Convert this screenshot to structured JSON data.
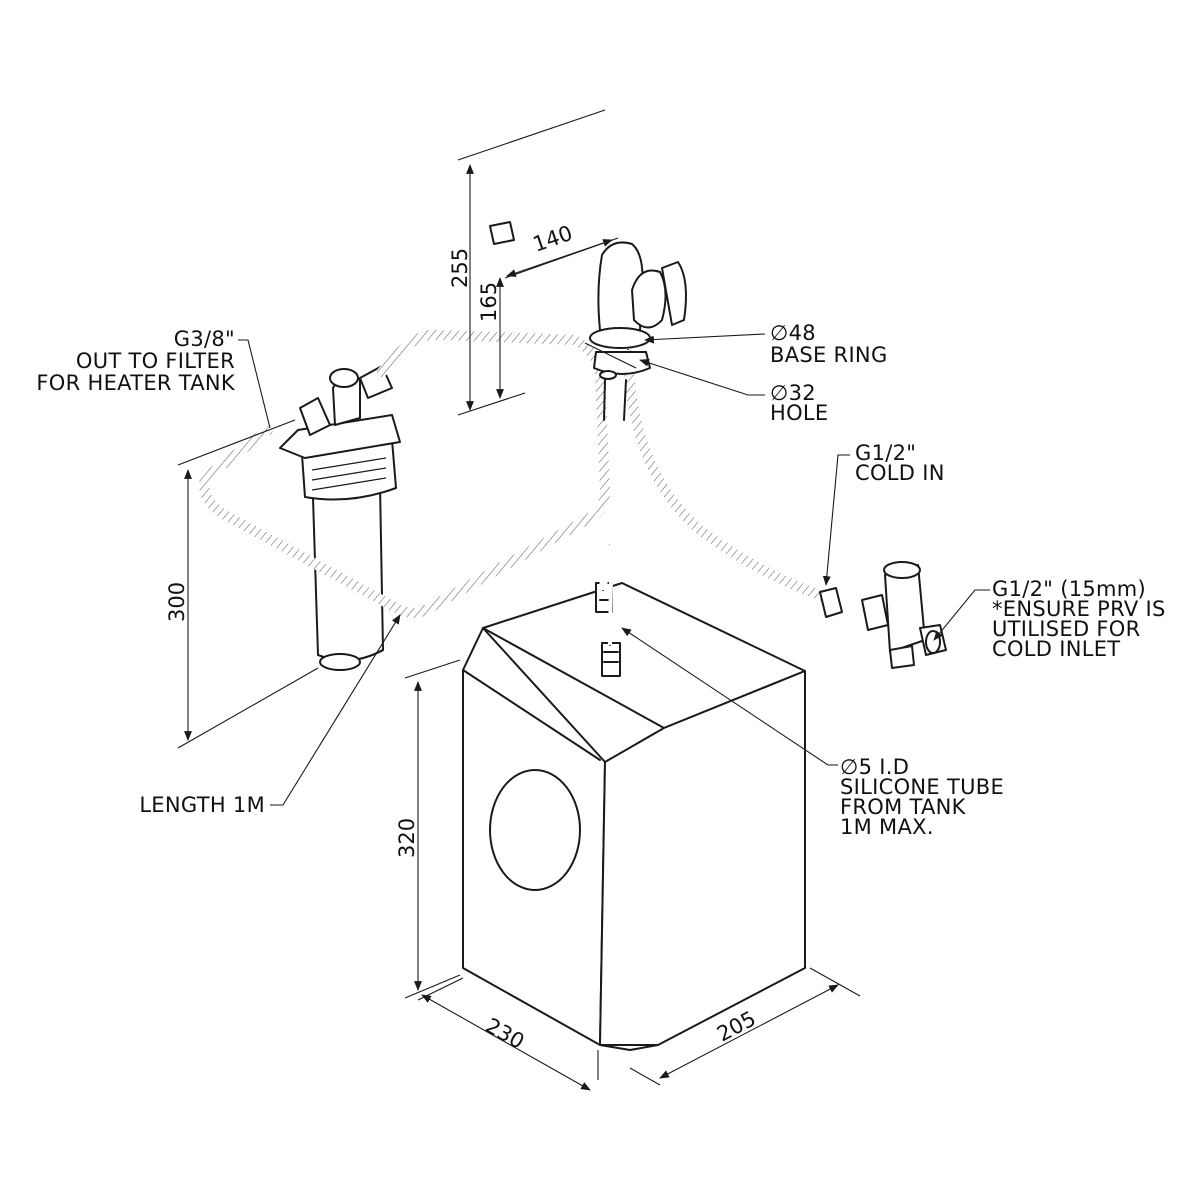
{
  "callouts": {
    "g38": {
      "line1": "G3/8\"",
      "line2": "OUT TO FILTER",
      "line3": "FOR HEATER TANK"
    },
    "base_ring": {
      "line1": "∅48",
      "line2": "BASE RING"
    },
    "hole": {
      "line1": "∅32",
      "line2": "HOLE"
    },
    "cold_in": {
      "line1": "G1/2\"",
      "line2": "COLD IN"
    },
    "prv": {
      "line1": "G1/2\" (15mm)",
      "line2": "*ENSURE PRV IS",
      "line3": "UTILISED FOR",
      "line4": "COLD INLET"
    },
    "silicone": {
      "line1": "∅5 I.D",
      "line2": "SILICONE TUBE",
      "line3": "FROM TANK",
      "line4": "1M MAX."
    },
    "length": {
      "label": "LENGTH 1M"
    }
  },
  "dimensions": {
    "spout_reach": "140",
    "tap_height": "255",
    "spout_height": "165",
    "filter_height": "300",
    "tank_height": "320",
    "tank_width": "230",
    "tank_depth": "205"
  }
}
